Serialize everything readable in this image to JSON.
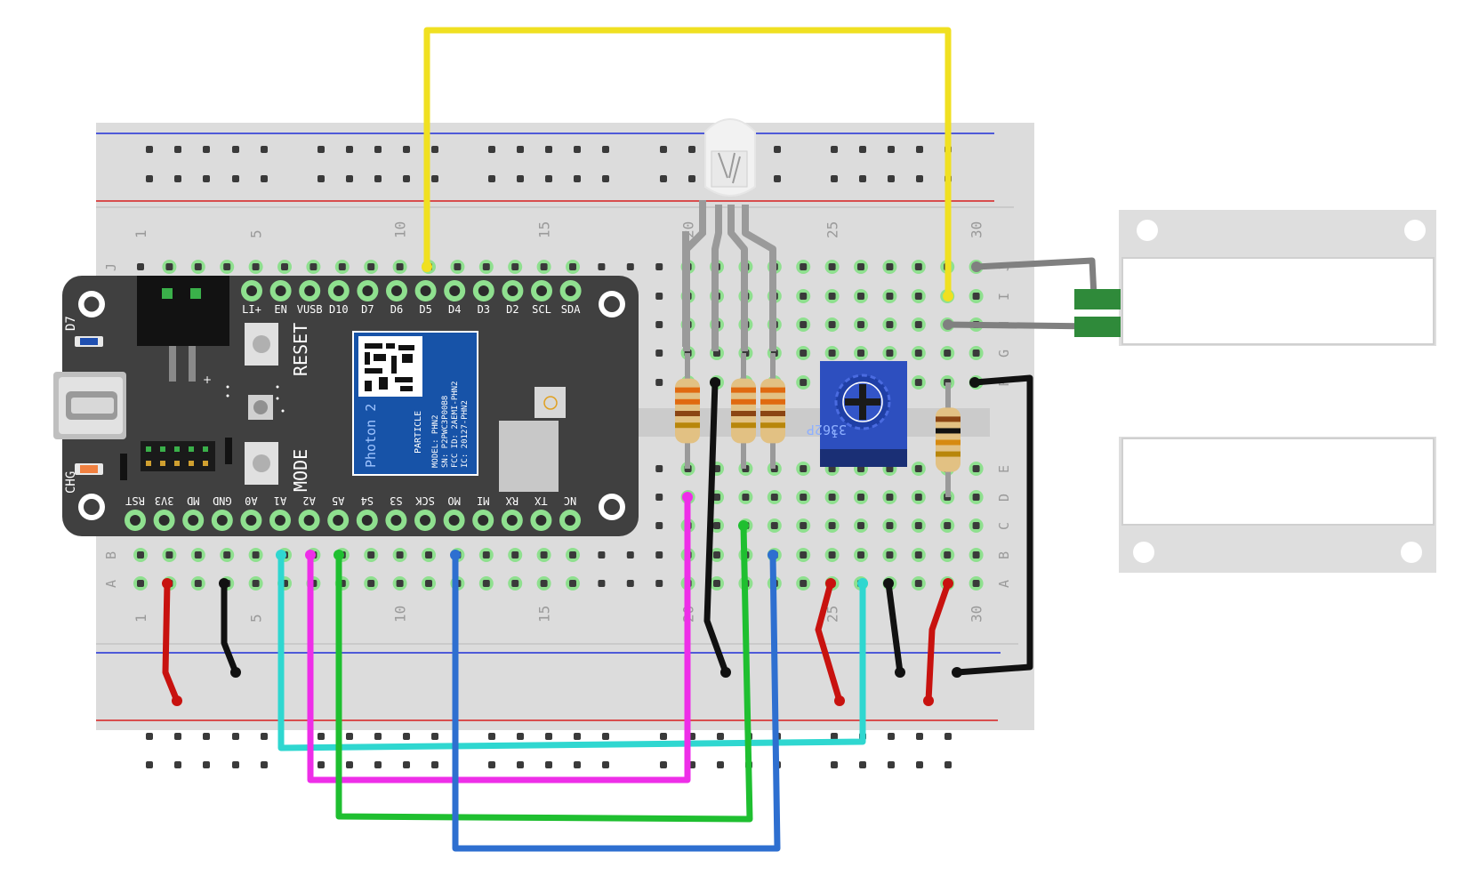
{
  "breadboard": {
    "column_numbers": [
      "1",
      "5",
      "10",
      "15",
      "20",
      "25",
      "30"
    ],
    "row_letters_top": [
      "J",
      "I",
      "H",
      "G",
      "F"
    ],
    "row_letters_bottom": [
      "E",
      "D",
      "C",
      "B",
      "A"
    ],
    "rail_colors": {
      "positive": "#d61f1f",
      "negative": "#1f2fd6"
    },
    "board_color": "#dcdcdc",
    "hole_color": "#3a3a3a",
    "active_hole_color": "#8fe08f"
  },
  "photon": {
    "top_pins": [
      "LI+",
      "EN",
      "VUSB",
      "D10",
      "D7",
      "D6",
      "D5",
      "D4",
      "D3",
      "D2",
      "SCL",
      "SDA"
    ],
    "bottom_pins": [
      "RST",
      "3V3",
      "MD",
      "GND",
      "A0",
      "A1",
      "A2",
      "A5",
      "S4",
      "S3",
      "SCK",
      "MO",
      "MI",
      "RX",
      "TX",
      "NC"
    ],
    "button_reset": "RESET",
    "button_mode": "MODE",
    "led_d7": "D7",
    "led_chg": "CHG",
    "plus_mark": "+",
    "module_name": "Photon 2",
    "module_brand": "PARTICLE",
    "module_info": [
      "MODEL: PHN2",
      "SN: P2PWC3P00B8",
      "FCC ID: 2AEMI-PHN2",
      "IC: 20127-PHN2"
    ],
    "body_color": "#404040",
    "module_color": "#1753a8"
  },
  "potentiometer": {
    "label": "3362P",
    "pin1": "1",
    "color": "#2d4fbf"
  },
  "wires": {
    "yellow": "#f0e021",
    "cyan": "#2fd7d0",
    "magenta": "#ee2ee8",
    "green": "#1fbf30",
    "blue": "#2e6fd0",
    "red": "#c8120f",
    "black": "#111111",
    "gray": "#808080"
  },
  "switch_connector_color": "#2f8a3a",
  "icons": [
    "usb-port-icon",
    "reset-button-icon",
    "mode-button-icon",
    "rgb-led-icon",
    "trimmer-screw-icon",
    "resistor-icon",
    "magnetic-switch-icon",
    "mounting-hole-icon"
  ]
}
